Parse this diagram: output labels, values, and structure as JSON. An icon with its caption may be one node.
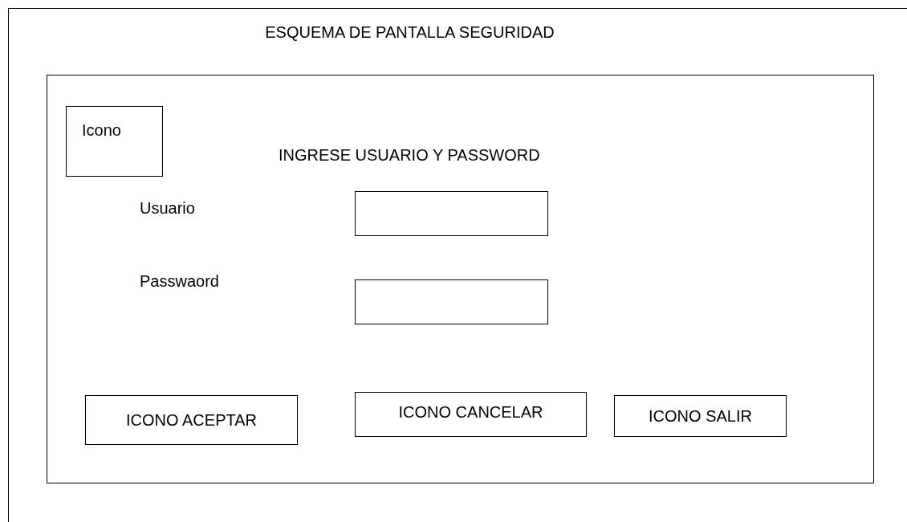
{
  "diagram": {
    "nodes": [
      {
        "text": [
          "ESQUEMA DE PANTALLA SEGURIDAD"
        ]
      },
      {
        "text": [],
        "shape": "box",
        "in": 0
      },
      {
        "text": [
          "Icono"
        ],
        "in": 1
      },
      {
        "text": [],
        "shape": "box",
        "in": 1
      },
      {
        "text": [],
        "shape": "box",
        "in": 1
      },
      {
        "text": [
          "ICONO ACEPTAR"
        ],
        "in": 1
      },
      {
        "text": [
          "ICONO CANCELAR"
        ],
        "in": 1
      },
      {
        "text": [
          "ICONO SALIR"
        ],
        "in": 1
      }
    ],
    "labels": [
      "INGRESE USUARIO Y PASSWORD",
      "Usuario",
      "Passwaord"
    ]
  }
}
